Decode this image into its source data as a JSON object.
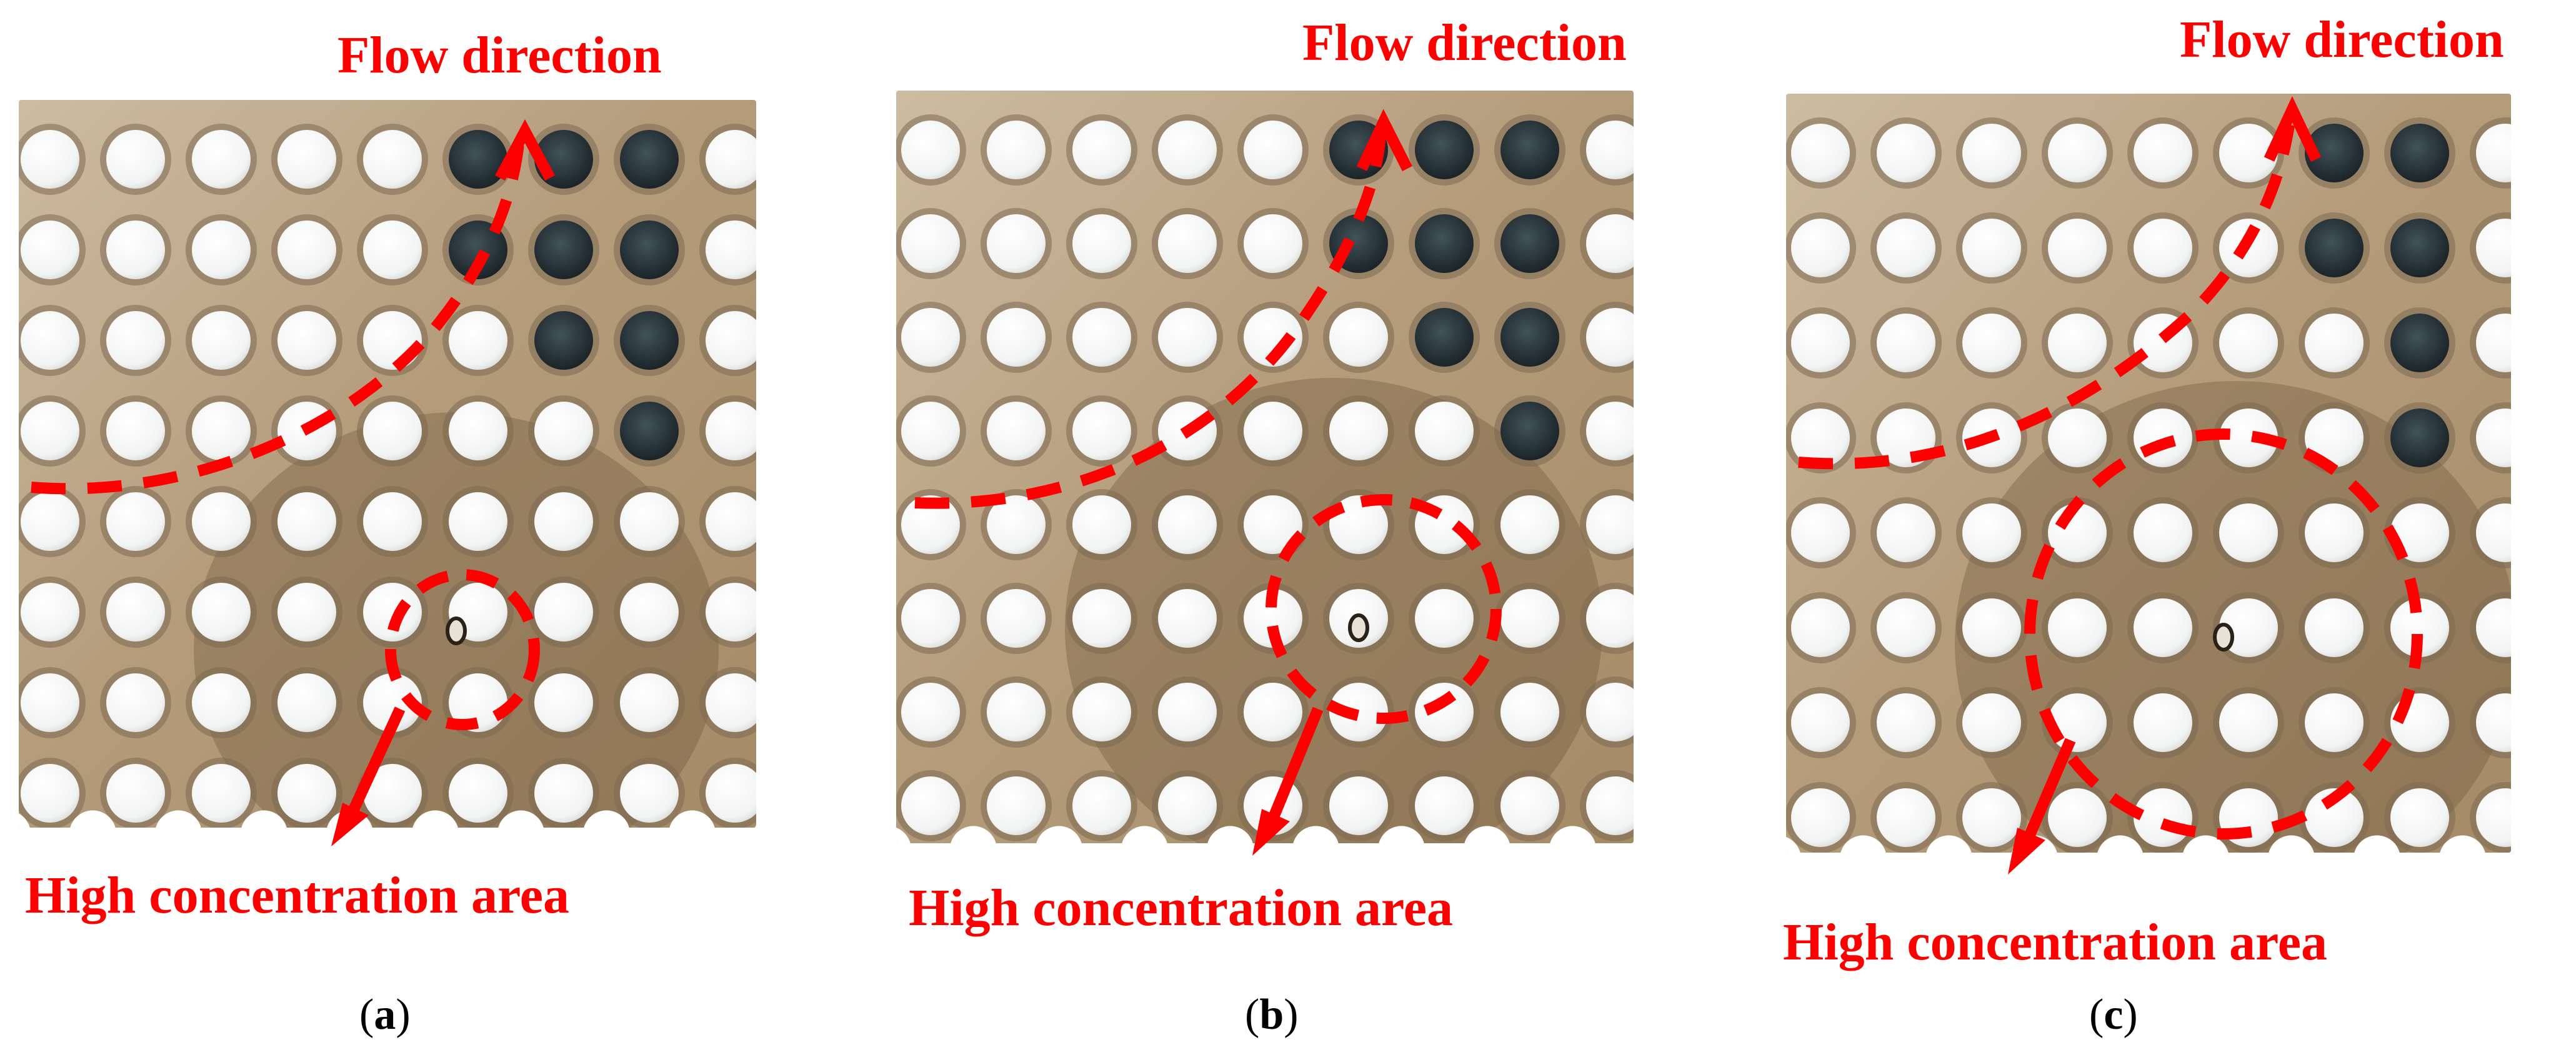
{
  "figure": {
    "panels": [
      {
        "id": "a",
        "flow_label": "Flow direction",
        "high_label": "High concentration area",
        "caption_open": "(",
        "caption_letter": "a",
        "caption_close": ")"
      },
      {
        "id": "b",
        "flow_label": "Flow direction",
        "high_label": "High concentration area",
        "caption_open": "(",
        "caption_letter": "b",
        "caption_close": ")"
      },
      {
        "id": "c",
        "flow_label": "Flow direction",
        "high_label": "High concentration area",
        "caption_open": "(",
        "caption_letter": "c",
        "caption_close": ")"
      }
    ],
    "colors": {
      "annotation": "#ff0000",
      "plate": "#b9a486",
      "hole_open": "#ffffff",
      "hole_dark": "#1f2a2f"
    }
  }
}
